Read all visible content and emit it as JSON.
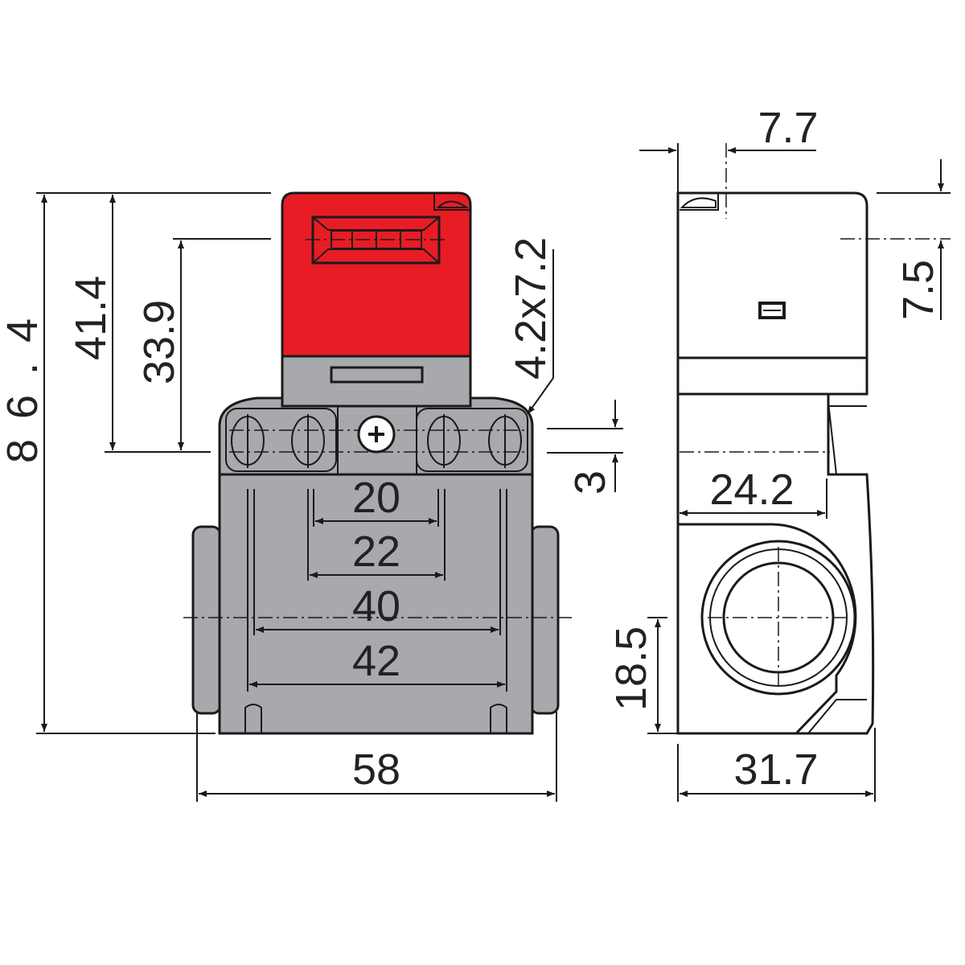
{
  "drawing": {
    "colors": {
      "head_red": "#e81c24",
      "housing_grey": "#a7a9ac",
      "line": "#1a1a1a"
    },
    "front_view": {
      "dimensions": {
        "overall_height": "86.4",
        "head_height": "41.4",
        "actuator_centre": "33.9",
        "slot_size": "4.2x7.2",
        "slot_offset": "3",
        "hole_spacing_inner": "20",
        "hole_spacing_inner_max": "22",
        "hole_spacing_outer": "40",
        "hole_spacing_outer_max": "42",
        "overall_width": "58"
      }
    },
    "side_view": {
      "dimensions": {
        "actuator_offset": "7.7",
        "actuator_height": "7.5",
        "mount_depth": "24.2",
        "conduit_height": "18.5",
        "overall_depth": "31.7"
      }
    }
  }
}
